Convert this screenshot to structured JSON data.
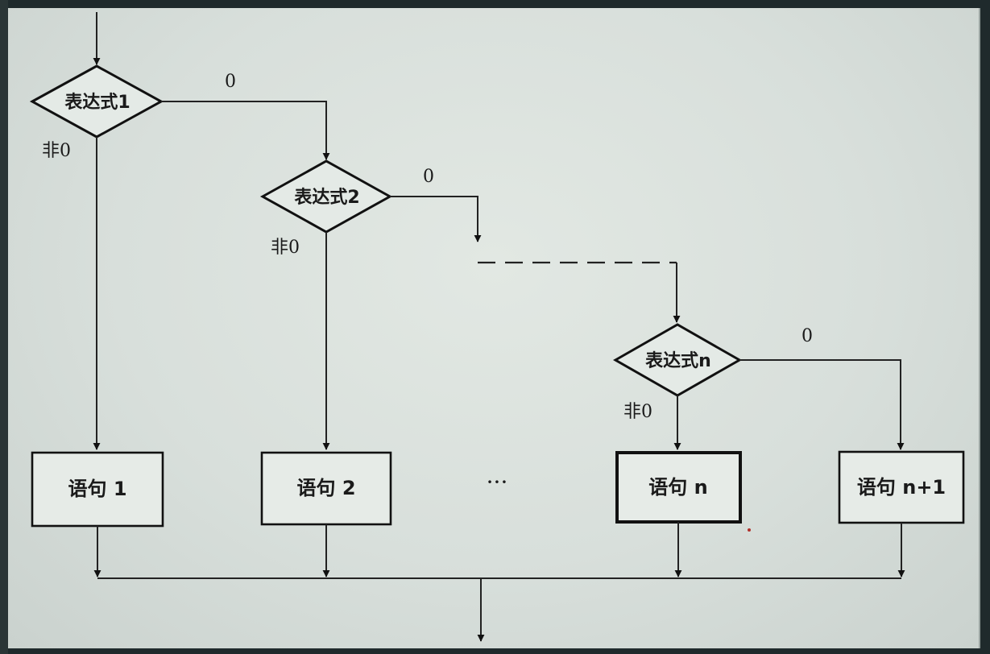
{
  "decisions": [
    {
      "label": "表达式1",
      "true_label": "非0",
      "false_label": "0"
    },
    {
      "label": "表达式2",
      "true_label": "非0",
      "false_label": "0"
    },
    {
      "label": "表达式n",
      "true_label": "非0",
      "false_label": "0"
    }
  ],
  "statements": [
    {
      "label": "语句 1"
    },
    {
      "label": "语句 2"
    },
    {
      "label": "语句 n"
    },
    {
      "label": "语句 n+1"
    }
  ],
  "ellipsis": "···"
}
